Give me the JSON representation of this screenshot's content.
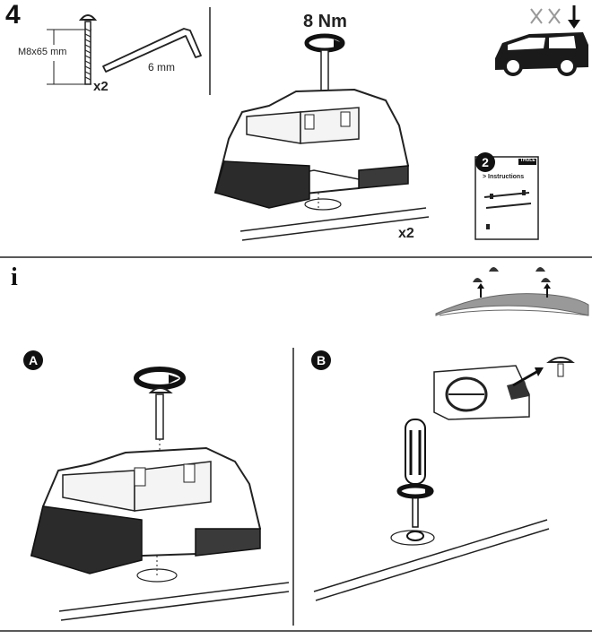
{
  "step": {
    "number": "4"
  },
  "parts": {
    "bolt_label": "M8x65 mm",
    "bolt_qty": "x2",
    "wrench_label": "6 mm"
  },
  "torque": "8 Nm",
  "foot_qty": "x2",
  "booklet": {
    "number": "2",
    "brand": "THULE",
    "title": "> Instructions"
  },
  "info": {
    "symbol": "i"
  },
  "option_a": {
    "badge": "A"
  },
  "option_b": {
    "badge": "B"
  }
}
